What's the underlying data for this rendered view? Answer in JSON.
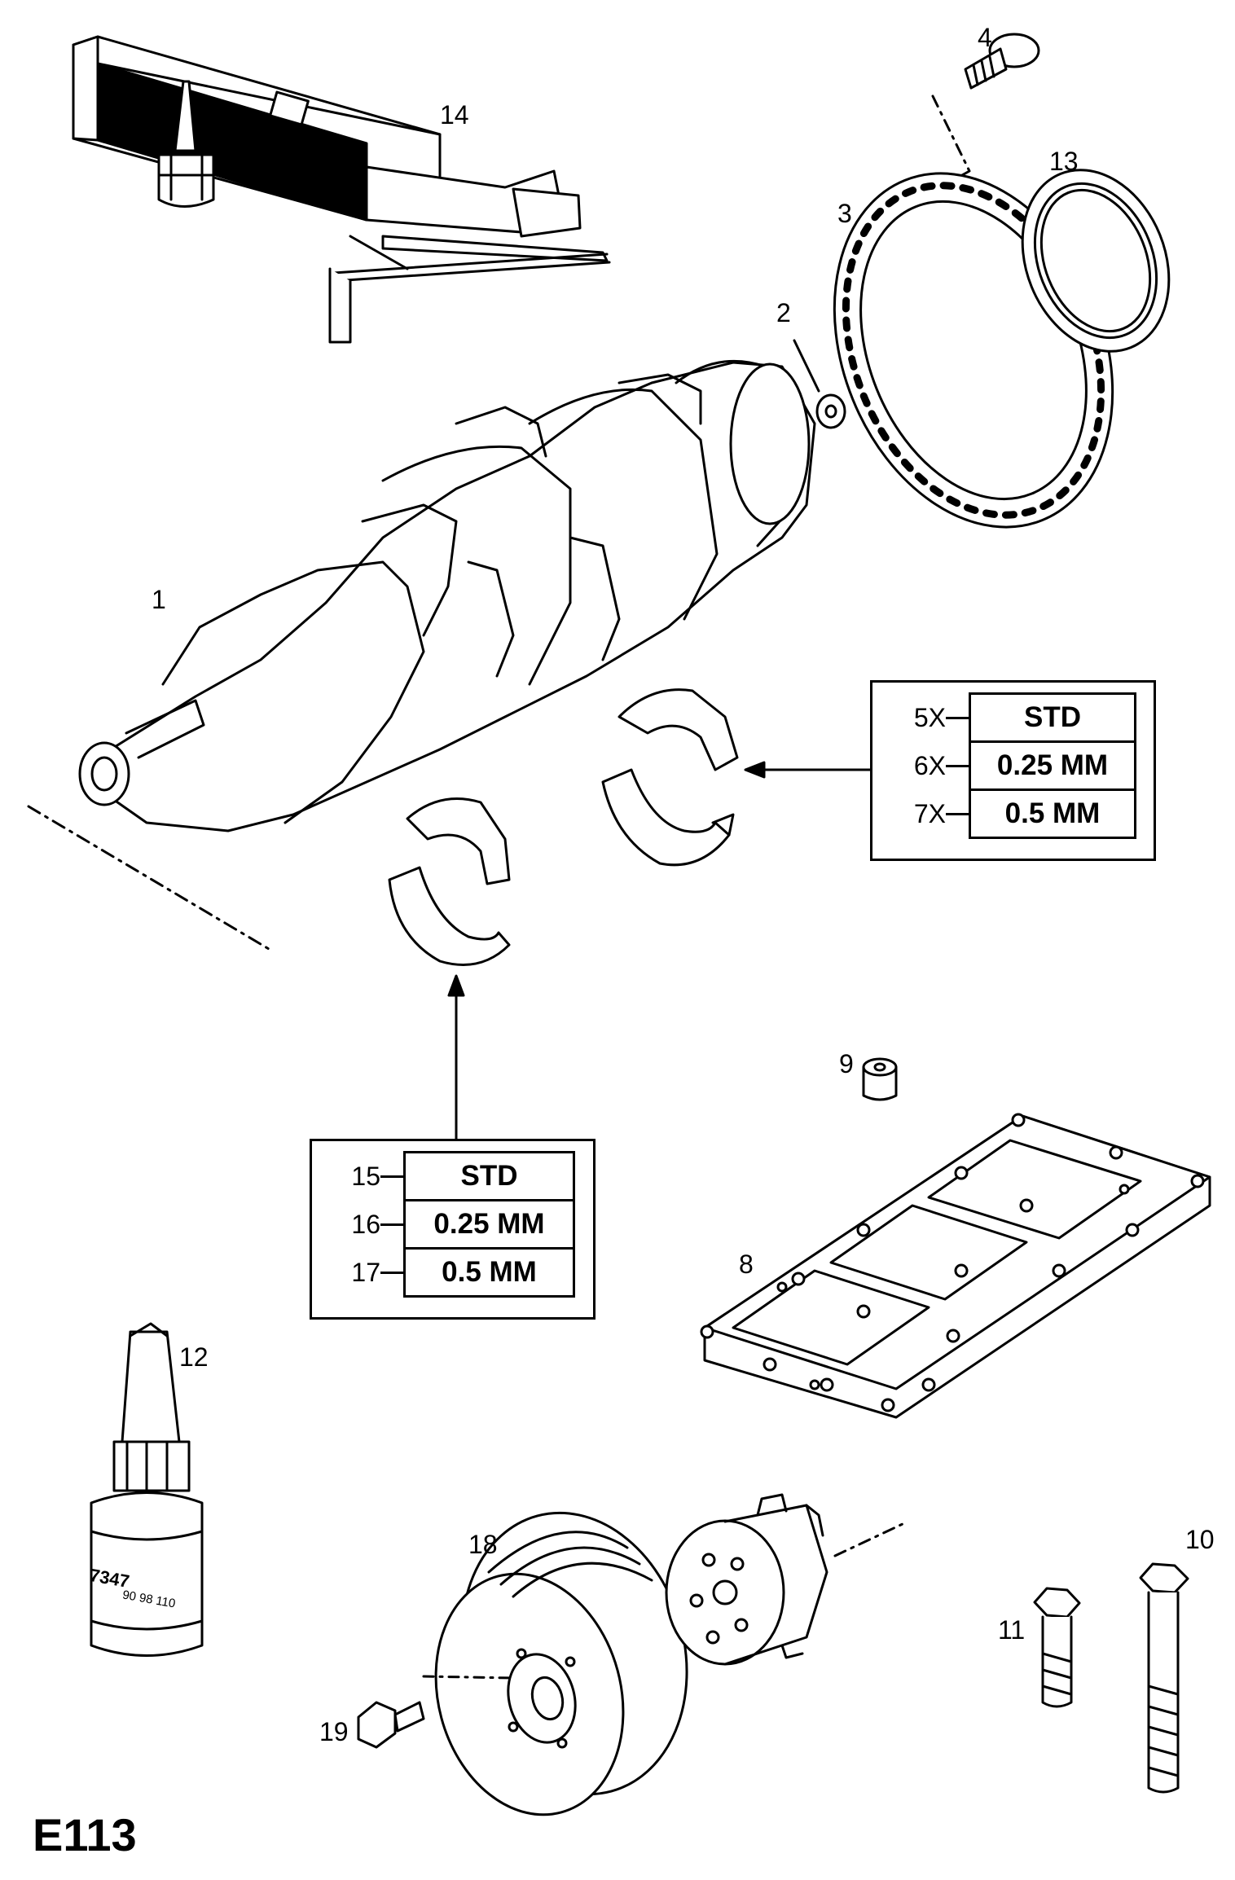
{
  "diagram_code": "E113",
  "callouts": [
    "1",
    "2",
    "3",
    "4",
    "8",
    "9",
    "10",
    "11",
    "12",
    "13",
    "14",
    "18",
    "19"
  ],
  "bearing_tables": [
    {
      "rows": [
        {
          "qty": "5X",
          "size": "STD"
        },
        {
          "qty": "6X",
          "size": "0.25 MM"
        },
        {
          "qty": "7X",
          "size": "0.5 MM"
        }
      ]
    },
    {
      "rows": [
        {
          "qty": "15",
          "size": "STD"
        },
        {
          "qty": "16",
          "size": "0.25 MM"
        },
        {
          "qty": "17",
          "size": "0.5 MM"
        }
      ]
    }
  ],
  "bottle_label": {
    "line1": "7347",
    "line2": "90 98 110"
  }
}
